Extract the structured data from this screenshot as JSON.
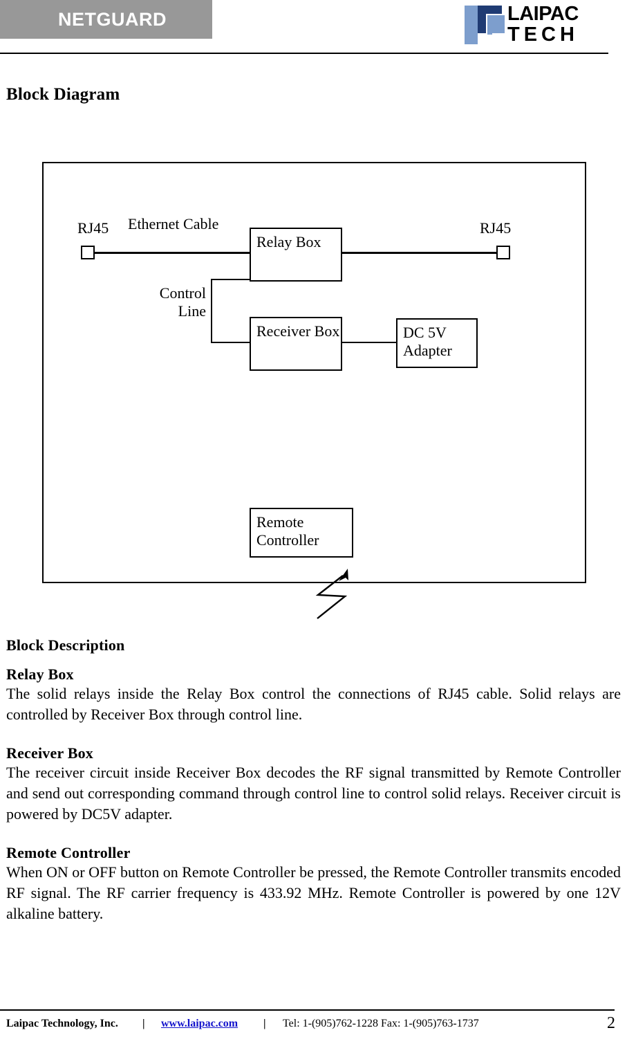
{
  "header": {
    "brand": "NETGUARD",
    "logo_line1": "LAIPAC",
    "logo_line2": "TECH",
    "logo_color_light": "#7d9ecd",
    "logo_color_dark": "#1f3b73",
    "band_color": "#989898"
  },
  "page_title": "Block Diagram",
  "diagram": {
    "boxes": [
      {
        "id": "relay-box",
        "label": "Relay\nBox"
      },
      {
        "id": "receiver-box",
        "label": "Receiver\nBox"
      },
      {
        "id": "dc5v-adapter",
        "label": "DC 5V\nAdapter"
      },
      {
        "id": "remote-controller",
        "label": "Remote\nController"
      }
    ],
    "labels": {
      "rj45_left": "RJ45",
      "rj45_right": "RJ45",
      "ethernet_cable": "Ethernet Cable",
      "control_line": "Control\nLine"
    },
    "rf_signal_icon": "rf-zigzag-arrow-icon"
  },
  "description": {
    "section_title": "Block Description",
    "sections": [
      {
        "heading": "Relay Box",
        "body": "The solid relays inside the Relay Box control the connections of RJ45 cable. Solid relays are controlled by Receiver Box through control line."
      },
      {
        "heading": "Receiver Box",
        "body": "The receiver circuit inside Receiver Box decodes the RF signal transmitted by Remote Controller and send out corresponding command through control line to control solid relays. Receiver circuit is powered by DC5V adapter."
      },
      {
        "heading": "Remote Controller",
        "body": "When ON or OFF button on Remote Controller be pressed, the Remote Controller transmits encoded RF signal. The RF carrier frequency is 433.92 MHz. Remote Controller is powered by one 12V alkaline battery."
      }
    ]
  },
  "footer": {
    "company": "Laipac Technology, Inc.",
    "separator1": "|",
    "separator2": "|",
    "website": "www.laipac.com",
    "contact": "Tel: 1-(905)762-1228   Fax: 1-(905)763-1737",
    "page_number": "2",
    "link_color": "#1414cc"
  }
}
